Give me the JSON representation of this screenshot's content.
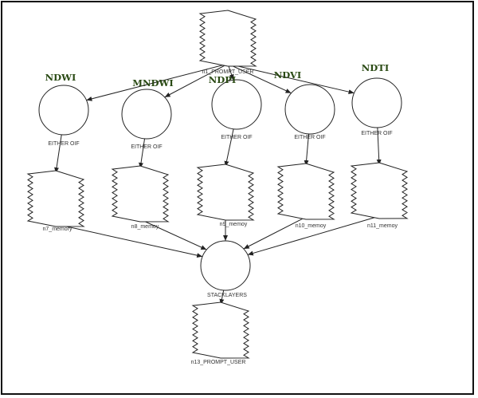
{
  "nodes": {
    "n1": {
      "label": "n1_PROMPT_USER"
    },
    "n2": {
      "label": "EITHER OIF",
      "title": "NDWI"
    },
    "n3": {
      "label": "EITHER OIF",
      "title": "MNDWI"
    },
    "n4": {
      "label": "EITHER OIF",
      "title": "NDPI"
    },
    "n5": {
      "label": "EITHER OIF",
      "title": "NDVI"
    },
    "n6": {
      "label": "EITHER OIF",
      "title": "NDTI"
    },
    "n7": {
      "label": "n7_memory"
    },
    "n8": {
      "label": "n8_memoy"
    },
    "n9": {
      "label": "n9_memoy"
    },
    "n10": {
      "label": "n10_memoy"
    },
    "n11": {
      "label": "n11_memoy"
    },
    "n12": {
      "label": "STACKLAYERS"
    },
    "n13": {
      "label": "n13_PROMPT_USER"
    }
  },
  "edges": [
    [
      "n1",
      "n2"
    ],
    [
      "n1",
      "n3"
    ],
    [
      "n1",
      "n4"
    ],
    [
      "n1",
      "n5"
    ],
    [
      "n1",
      "n6"
    ],
    [
      "n2",
      "n7"
    ],
    [
      "n3",
      "n8"
    ],
    [
      "n4",
      "n9"
    ],
    [
      "n5",
      "n10"
    ],
    [
      "n6",
      "n11"
    ],
    [
      "n7",
      "n12"
    ],
    [
      "n8",
      "n12"
    ],
    [
      "n9",
      "n12"
    ],
    [
      "n10",
      "n12"
    ],
    [
      "n11",
      "n12"
    ],
    [
      "n12",
      "n13"
    ]
  ]
}
